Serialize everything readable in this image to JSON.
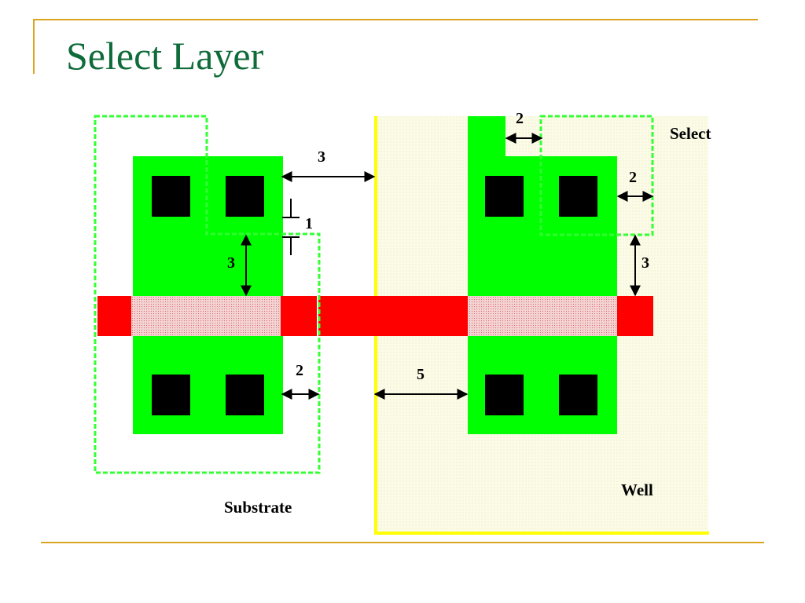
{
  "slide": {
    "title": "Select Layer"
  },
  "labels": {
    "select": "Select",
    "well": "Well",
    "substrate": "Substrate"
  },
  "dimensions": {
    "poly_to_well": "3",
    "select_overlap_1": "1",
    "active_to_poly_left": "3",
    "select_to_active_left": "2",
    "well_to_active": "5",
    "select_gap_top": "2",
    "select_to_active_right": "2",
    "active_to_poly_right": "3"
  },
  "colors": {
    "title": "#0f6b3a",
    "frame": "#d9a520",
    "active": "#00ff00",
    "poly": "#ff0000",
    "contact": "#000000",
    "well_fill": "#fbfbe6",
    "well_border": "#ffff00",
    "select_outline": "#33ff33"
  }
}
